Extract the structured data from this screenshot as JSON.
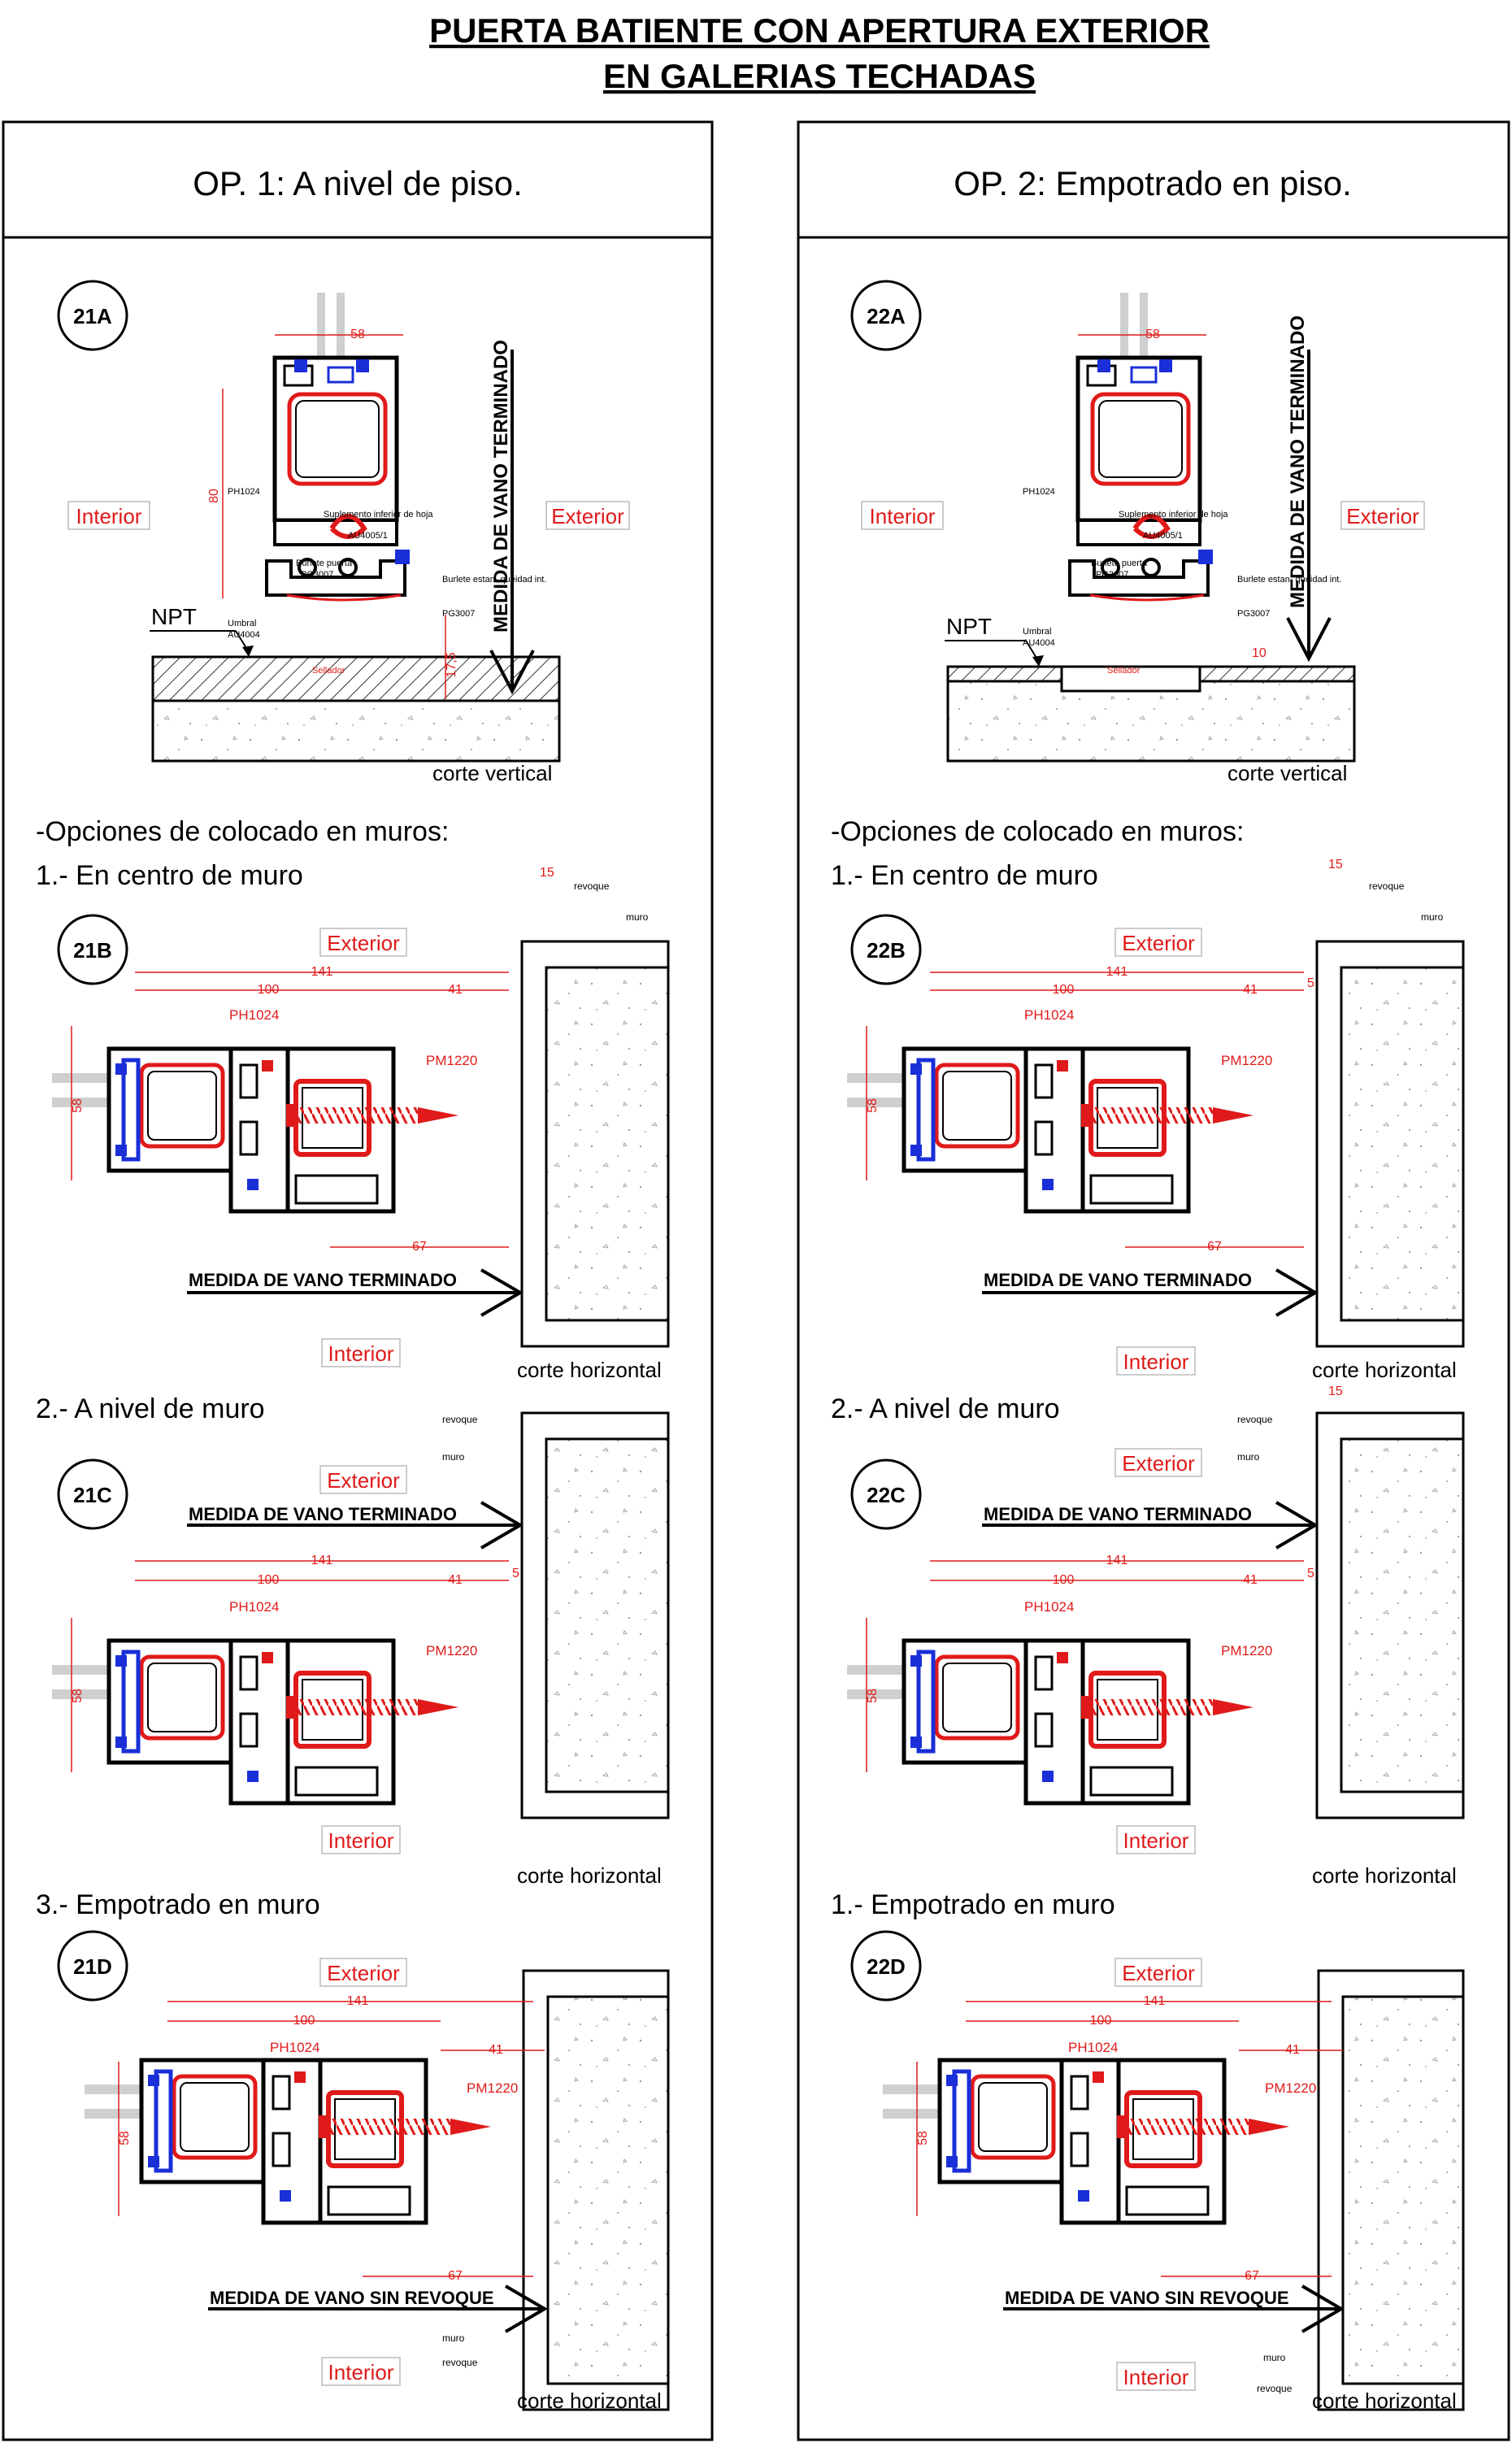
{
  "title": {
    "line1": "PUERTA BATIENTE CON APERTURA EXTERIOR",
    "line2": "EN GALERIAS TECHADAS"
  },
  "columns": [
    {
      "heading": "OP. 1: A nivel de piso.",
      "vertical": {
        "badge": "21A",
        "interior": "Interior",
        "exterior": "Exterior",
        "npt": "NPT",
        "arrow_label": "MEDIDA DE VANO TERMINADO",
        "caption": "corte vertical",
        "dims": {
          "width": "58",
          "height": "80",
          "bottom": "17,5",
          "offset": ""
        },
        "parts": {
          "ph": "PH1024",
          "suplemento": "Suplemento inferior de hoja",
          "suplemento_code": "AU4005/1",
          "burlete_puerta": "Burlete puerta",
          "burlete_puerta_code": "PG3007",
          "burlete_est": "Burlete estan- queidad int.",
          "burlete_est_code": "PG3007",
          "umbral": "Umbral",
          "umbral_code": "AU4004",
          "sellador": "Sellador"
        }
      },
      "options_heading": "-Opciones de colocado en muros:",
      "options": [
        {
          "title": "1.- En centro de muro",
          "badge": "21B",
          "exterior": "Exterior",
          "interior": "Interior",
          "arrow": "MEDIDA DE VANO TERMINADO",
          "caption": "corte horizontal",
          "profile_ph": "PH1024",
          "profile_pm": "PM1220",
          "dims": {
            "total": "141",
            "a": "100",
            "b": "41",
            "h": "58",
            "bottom": "67",
            "gap": "",
            "top": "15"
          },
          "revoque": "revoque",
          "muro": "muro"
        },
        {
          "title": "2.- A nivel de muro",
          "badge": "21C",
          "exterior": "Exterior",
          "interior": "Interior",
          "arrow": "MEDIDA DE VANO TERMINADO",
          "caption": "corte horizontal",
          "profile_ph": "PH1024",
          "profile_pm": "PM1220",
          "dims": {
            "total": "141",
            "a": "100",
            "b": "41",
            "h": "58",
            "bottom": "",
            "gap": "5",
            "top": ""
          },
          "revoque": "revoque",
          "muro": "muro"
        },
        {
          "title": "3.- Empotrado en muro",
          "badge": "21D",
          "exterior": "Exterior",
          "interior": "Interior",
          "arrow": "MEDIDA DE VANO SIN REVOQUE",
          "caption": "corte horizontal",
          "profile_ph": "PH1024",
          "profile_pm": "PM1220",
          "dims": {
            "total": "141",
            "a": "100",
            "b": "41",
            "h": "58",
            "bottom": "67",
            "gap": "",
            "top": ""
          },
          "revoque": "revoque",
          "muro": "muro"
        }
      ]
    },
    {
      "heading": "OP. 2: Empotrado en piso.",
      "vertical": {
        "badge": "22A",
        "interior": "Interior",
        "exterior": "Exterior",
        "npt": "NPT",
        "arrow_label": "MEDIDA DE VANO TERMINADO",
        "caption": "corte vertical",
        "dims": {
          "width": "58",
          "height": "",
          "bottom": "",
          "offset": "10"
        },
        "parts": {
          "ph": "PH1024",
          "suplemento": "Suplemento inferior de hoja",
          "suplemento_code": "AU4005/1",
          "burlete_puerta": "Burlete puerta",
          "burlete_puerta_code": "PG3007",
          "burlete_est": "Burlete estan- queidad int.",
          "burlete_est_code": "PG3007",
          "umbral": "Umbral",
          "umbral_code": "AU4004",
          "sellador": "Sellador"
        }
      },
      "options_heading": "-Opciones de colocado en muros:",
      "options": [
        {
          "title": "1.- En centro de muro",
          "badge": "22B",
          "exterior": "Exterior",
          "interior": "Interior",
          "arrow": "MEDIDA DE VANO TERMINADO",
          "caption": "corte horizontal",
          "profile_ph": "PH1024",
          "profile_pm": "PM1220",
          "dims": {
            "total": "141",
            "a": "100",
            "b": "41",
            "h": "58",
            "bottom": "67",
            "gap": "5",
            "top": "15"
          },
          "revoque": "revoque",
          "muro": "muro"
        },
        {
          "title": "2.- A nivel de muro",
          "badge": "22C",
          "exterior": "Exterior",
          "interior": "Interior",
          "arrow": "MEDIDA DE VANO TERMINADO",
          "caption": "corte horizontal",
          "profile_ph": "PH1024",
          "profile_pm": "PM1220",
          "dims": {
            "total": "141",
            "a": "100",
            "b": "41",
            "h": "58",
            "bottom": "",
            "gap": "5",
            "top": "15"
          },
          "revoque": "revoque",
          "muro": "muro"
        },
        {
          "title": "1.- Empotrado en muro",
          "badge": "22D",
          "exterior": "Exterior",
          "interior": "Interior",
          "arrow": "MEDIDA DE VANO SIN REVOQUE",
          "caption": "corte horizontal",
          "profile_ph": "PH1024",
          "profile_pm": "PM1220",
          "dims": {
            "total": "141",
            "a": "100",
            "b": "41",
            "h": "58",
            "bottom": "67",
            "gap": "",
            "top": ""
          },
          "revoque": "revoque",
          "muro": "muro"
        }
      ]
    }
  ]
}
